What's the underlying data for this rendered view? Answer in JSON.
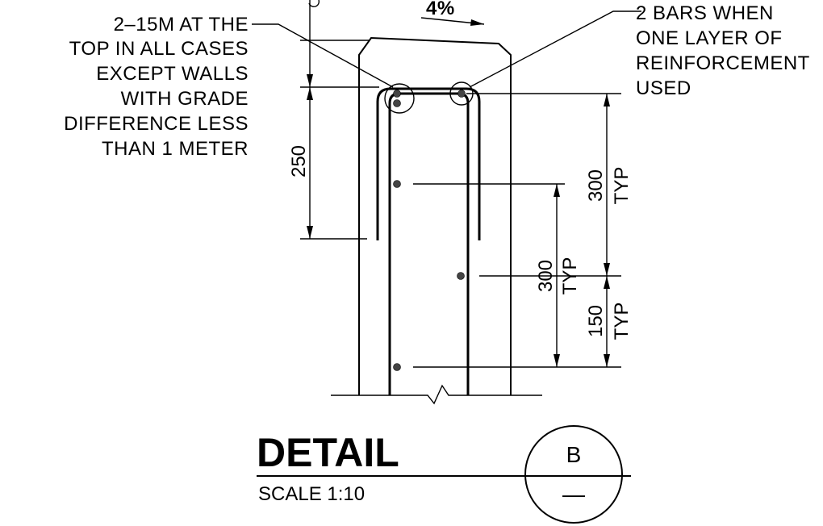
{
  "drawing": {
    "slope_label": "4%",
    "note_left_lines": [
      "2–15M AT THE",
      "TOP IN ALL CASES",
      "EXCEPT WALLS",
      "WITH GRADE",
      "DIFFERENCE LESS",
      "THAN 1 METER"
    ],
    "note_right_lines": [
      "2 BARS WHEN",
      "ONE LAYER OF",
      "REINFORCEMENT",
      "USED"
    ],
    "dimensions": {
      "d250": "250",
      "d300_right": "300",
      "typ_right": "TYP",
      "d300_mid": "300",
      "typ_mid": "TYP",
      "d150": "150",
      "typ_150": "TYP"
    },
    "title": "DETAIL",
    "scale": "SCALE 1:10",
    "bubble": {
      "letter": "B",
      "sheet": "—"
    }
  }
}
